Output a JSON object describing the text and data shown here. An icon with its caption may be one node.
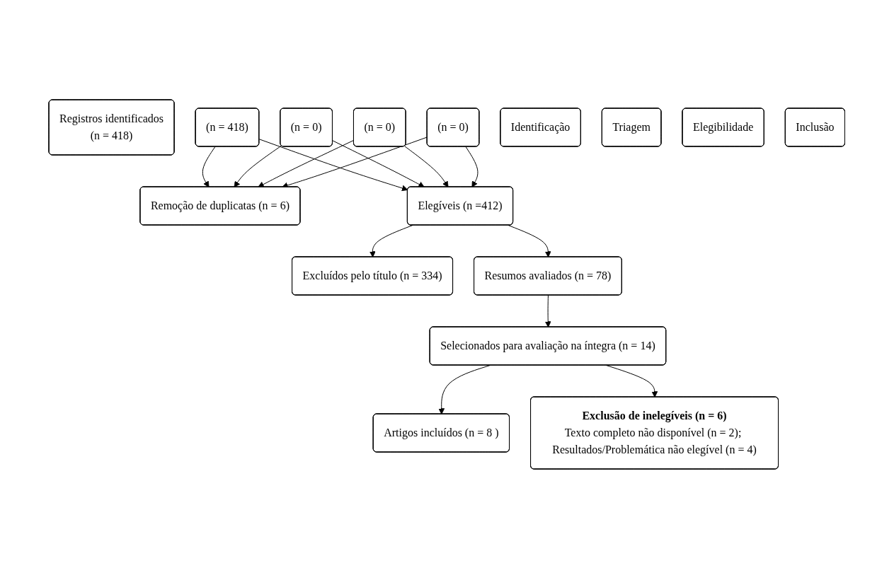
{
  "diagram": {
    "nodes": [
      {
        "text": [
          "Registros identificados",
          "(n = 418)"
        ]
      },
      {
        "text": [
          "(n = 418)"
        ]
      },
      {
        "text": [
          "(n = 0)"
        ]
      },
      {
        "text": [
          "(n = 0)"
        ]
      },
      {
        "text": [
          "(n = 0)"
        ]
      },
      {
        "text": [
          "Remoção de duplicatas (n = 6)"
        ]
      },
      {
        "text": [
          "Elegíveis (n =412)"
        ]
      },
      {
        "text": [
          "Excluídos pelo título (n = 334)"
        ]
      },
      {
        "text": [
          "Resumos avaliados (n = 78)"
        ]
      },
      {
        "text": [
          "Selecionados para avaliação na íntegra (n = 14)"
        ]
      },
      {
        "text": [
          "Exclusão de inelegíveis (n = 6)",
          "Texto completo não disponível (n = 2); Resultados/Problemática não elegível (n = 4)"
        ]
      },
      {
        "text": [
          "Artigos incluídos (n = 8 )"
        ]
      },
      {
        "text": [
          "Identificação"
        ]
      },
      {
        "text": [
          "Triagem"
        ]
      },
      {
        "text": [
          "Elegibilidade"
        ]
      },
      {
        "text": [
          "Inclusão"
        ]
      }
    ],
    "edges": [
      {
        "from": 1,
        "to": 6,
        "arrow": "to"
      },
      {
        "from": 2,
        "to": 6,
        "arrow": "to"
      },
      {
        "from": 3,
        "to": 6,
        "arrow": "to"
      },
      {
        "from": 4,
        "to": 6,
        "arrow": "to"
      },
      {
        "from": 1,
        "to": 5,
        "arrow": "to"
      },
      {
        "from": 2,
        "to": 5,
        "arrow": "to"
      },
      {
        "from": 3,
        "to": 5,
        "arrow": "to"
      },
      {
        "from": 4,
        "to": 5,
        "arrow": "to"
      },
      {
        "from": 6,
        "to": 8,
        "arrow": "to"
      },
      {
        "from": 6,
        "to": 7,
        "arrow": "to"
      },
      {
        "from": 8,
        "to": 9,
        "arrow": "to"
      },
      {
        "from": 9,
        "to": 11,
        "arrow": "to"
      },
      {
        "from": 9,
        "to": 10,
        "arrow": "to"
      }
    ]
  }
}
